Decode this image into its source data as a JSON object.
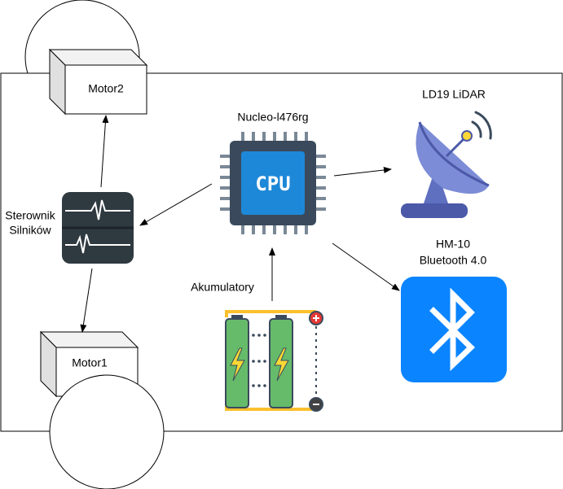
{
  "labels": {
    "motor2": "Motor2",
    "motor1": "Motor1",
    "cpu_name": "Nucleo-l476rg",
    "cpu_chip_text": "CPU",
    "lidar": "LD19 LiDAR",
    "bt_line1": "HM-10",
    "bt_line2": "Bluetooth 4.0",
    "driver_line1": "Sterownik",
    "driver_line2": "Silników",
    "battery": "Akumulatory"
  },
  "colors": {
    "frame": "#000000",
    "cpu_body": "#3a4a5c",
    "cpu_core": "#1e88d8",
    "cpu_pins": "#7a8896",
    "lidar_dish": "#7c8cd6",
    "lidar_base": "#4b59a8",
    "bluetooth_bg": "#0a84ff",
    "driver_bg": "#2f3940",
    "battery_cell": "#66bb6a",
    "battery_bolt": "#fdd835",
    "battery_terminal_pos": "#e53935",
    "battery_terminal_neg": "#424242"
  },
  "icons": [
    "cpu-icon",
    "satellite-dish-icon",
    "bluetooth-icon",
    "heartbeat-monitor-icon",
    "battery-pack-icon",
    "box-icon",
    "wheel-circle"
  ]
}
